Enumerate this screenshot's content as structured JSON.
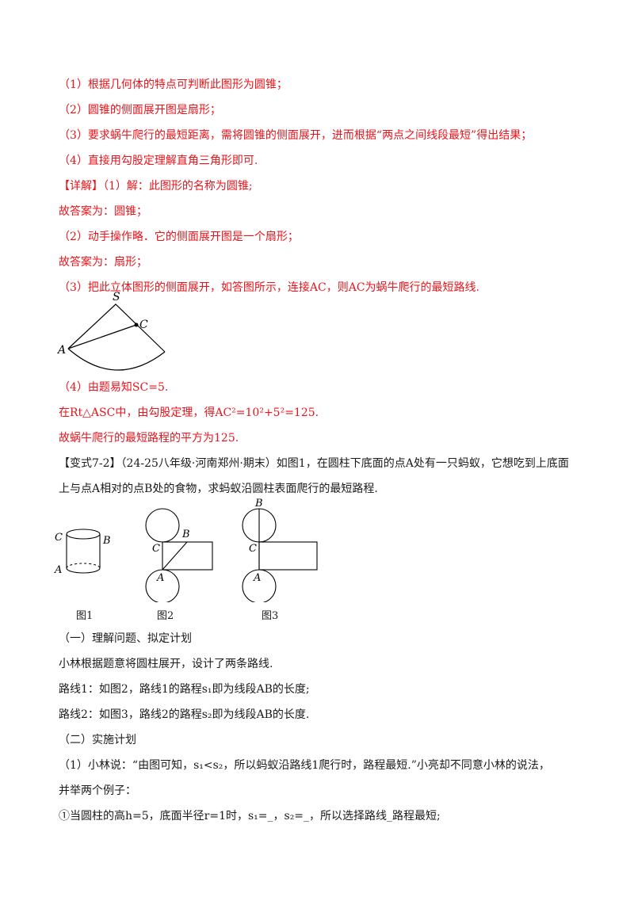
{
  "red_lines": [
    "（1）根据几何体的特点可判断此图形为圆锥；",
    "（2）圆锥的侧面展开图是扇形；",
    "（3）要求蜗牛爬行的最短距离，需将圆锥的侧面展开，进而根据“两点之间线段最短”得出结果；",
    "（4）直接用勾股定理解直角三角形即可.",
    "【详解】（1）解：此图形的名称为圆锥;",
    "故答案为：圆锥；",
    "（2）动手操作略．它的侧面展开图是一个扇形；",
    "故答案为：扇形；",
    "（3）把此立体图形的侧面展开，如答图所示，连接AC，则AC为蜗牛爬行的最短路线."
  ],
  "red_lines_2": [
    "（4）由题易知SC=5.",
    "在Rt△ASC中，由勾股定理，得AC²=10²+5²=125.",
    "故蜗牛爬行的最短路程的平方为125."
  ],
  "black_lines": [
    "【变式7-2】（24-25八年级·河南郑州·期末）如图1，在圆柱下底面的点A处有一只蚂蚁，它想吃到上底面",
    "上与点A相对的点B处的食物，求蚂蚁沿圆柱表面爬行的最短路程."
  ],
  "black_lines_2": [
    "（一）理解问题、拟定计划",
    "小林根据题意将圆柱展开，设计了两条路线.",
    "路线1：如图2，路线1的路程s₁即为线段AB的长度;",
    "路线2：如图3，路线2的路程s₂即为线段AB的长度.",
    "（二）实施计划",
    "（1）小林说：“由图可知，s₁<s₂，所以蚂蚁沿路线1爬行时，路程最短.”小亮却不同意小林的说法，",
    "并举两个例子：",
    "①当圆柱的高h=5，底面半径r=1时，s₁=_，s₂=_，所以选择路线_路程最短;"
  ],
  "sector_labels": {
    "s": "S",
    "c": "C",
    "a": "A"
  },
  "fig_labels": {
    "a": "A",
    "b": "B",
    "c": "C"
  },
  "captions": {
    "fig1": "图1",
    "fig2": "图2",
    "fig3": "图3"
  }
}
